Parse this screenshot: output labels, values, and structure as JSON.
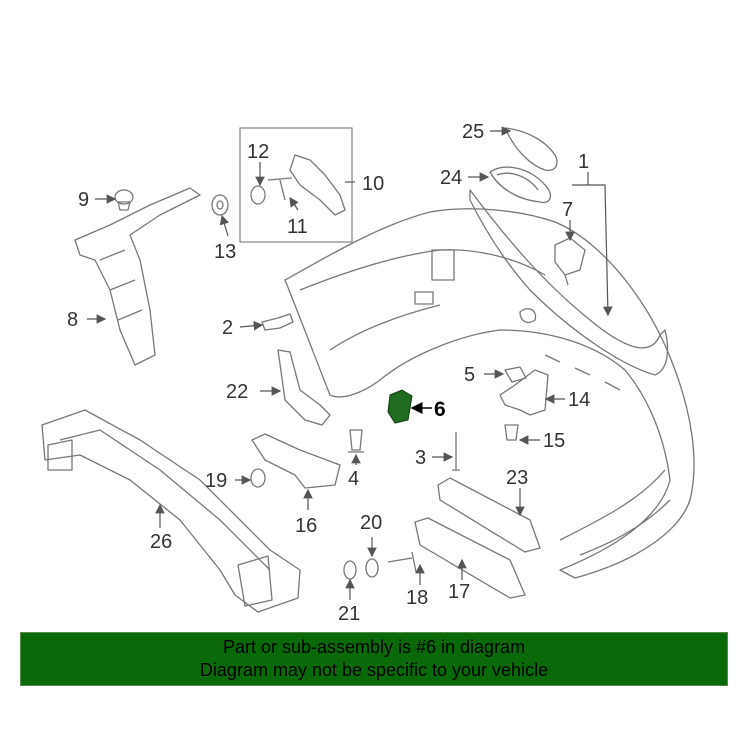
{
  "colors": {
    "banner_bg": "#0a6a0a",
    "highlight": "#1f6b1f",
    "line": "#555555"
  },
  "callouts": [
    {
      "id": "1",
      "label": "1"
    },
    {
      "id": "2",
      "label": "2"
    },
    {
      "id": "3",
      "label": "3"
    },
    {
      "id": "4",
      "label": "4"
    },
    {
      "id": "5",
      "label": "5"
    },
    {
      "id": "6",
      "label": "6"
    },
    {
      "id": "7",
      "label": "7"
    },
    {
      "id": "8",
      "label": "8"
    },
    {
      "id": "9",
      "label": "9"
    },
    {
      "id": "10",
      "label": "10"
    },
    {
      "id": "11",
      "label": "11"
    },
    {
      "id": "12",
      "label": "12"
    },
    {
      "id": "13",
      "label": "13"
    },
    {
      "id": "14",
      "label": "14"
    },
    {
      "id": "15",
      "label": "15"
    },
    {
      "id": "16",
      "label": "16"
    },
    {
      "id": "17",
      "label": "17"
    },
    {
      "id": "18",
      "label": "18"
    },
    {
      "id": "19",
      "label": "19"
    },
    {
      "id": "20",
      "label": "20"
    },
    {
      "id": "21",
      "label": "21"
    },
    {
      "id": "22",
      "label": "22"
    },
    {
      "id": "23",
      "label": "23"
    },
    {
      "id": "24",
      "label": "24"
    },
    {
      "id": "25",
      "label": "25"
    },
    {
      "id": "26",
      "label": "26"
    }
  ],
  "highlighted_part": "6",
  "banner": {
    "line1": "Part or sub-assembly is #6 in diagram",
    "line2": "Diagram may not be specific to your vehicle"
  }
}
